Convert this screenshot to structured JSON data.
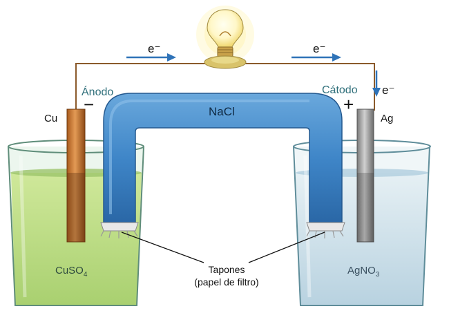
{
  "electron": "e⁻",
  "anode": {
    "label": "Ánodo",
    "sign": "−",
    "metal": "Cu"
  },
  "cathode": {
    "label": "Cátodo",
    "sign": "+",
    "metal": "Ag"
  },
  "salt_bridge": {
    "label": "NaCl"
  },
  "left_solution": {
    "base": "CuSO",
    "sub": "4"
  },
  "right_solution": {
    "base": "AgNO",
    "sub": "3"
  },
  "plugs": {
    "line1": "Tapones",
    "line2": "(papel de filtro)"
  },
  "colors": {
    "wire": "#8b5a2b",
    "copper": "#c8742c",
    "silver": "#9a9a9a",
    "bridge": "#3f86c8",
    "arrow": "#2f73b8",
    "left_liquid": "#bfe08a",
    "right_liquid": "#d8e8ee"
  }
}
